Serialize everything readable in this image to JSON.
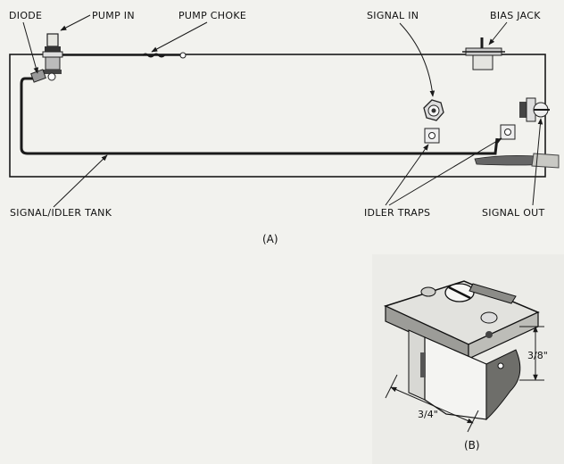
{
  "labels": {
    "diode": "DIODE",
    "pump_in": "PUMP IN",
    "pump_choke": "PUMP CHOKE",
    "signal_in": "SIGNAL IN",
    "bias_jack": "BIAS JACK",
    "signal_idler_tank": "SIGNAL/IDLER TANK",
    "idler_traps": "IDLER TRAPS",
    "signal_out": "SIGNAL OUT"
  },
  "captions": {
    "a": "(A)",
    "b": "(B)"
  },
  "dimensions": {
    "height": "3/8\"",
    "width": "3/4\""
  }
}
